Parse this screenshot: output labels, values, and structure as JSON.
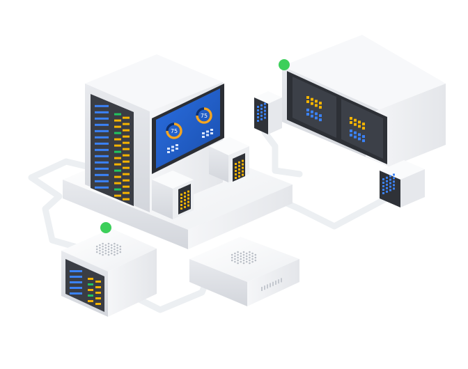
{
  "illustration": {
    "gauges": [
      {
        "label": "75",
        "value": 75,
        "arc_color": "#f5a623"
      },
      {
        "label": "75",
        "value": 75,
        "arc_color": "#f5a623"
      }
    ],
    "status_lights": [
      {
        "state": "online",
        "color": "#3ccf5a"
      },
      {
        "state": "online",
        "color": "#3ccf5a"
      }
    ],
    "colors": {
      "background": "#ffffff",
      "screen_blue": "#1f5fd1",
      "panel_dark": "#3a3d44",
      "led_blue": "#3b82f6",
      "led_yellow": "#f5b400",
      "led_green": "#22c55e",
      "cable": "#eceff2",
      "box_light": "#f4f5f7"
    }
  }
}
